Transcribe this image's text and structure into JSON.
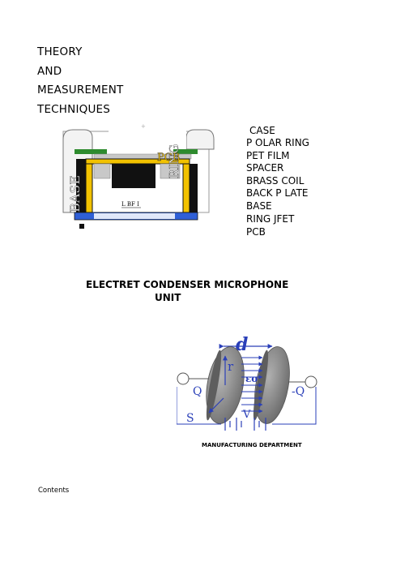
{
  "heading": {
    "lines": [
      "THEORY",
      "AND",
      "MEASUREMENT",
      "TECHNIQUES"
    ]
  },
  "cross_section": {
    "labels": [
      "BASE",
      "PCB",
      "RING"
    ],
    "jfet_label": "L BF I",
    "part_list": [
      "CASE",
      "P OLAR RING",
      "PET FILM",
      "SPACER",
      "BRASS COIL",
      "BACK P LATE",
      "BASE",
      "RING JFET",
      "PCB"
    ],
    "colors": {
      "yellow": "#f2c200",
      "green": "#2e8b2e",
      "blue": "#2f5fd6",
      "black": "#111111",
      "grey": "#c8c8c8"
    }
  },
  "title": {
    "line1": "ELECTRET CONDENSER MICROPHONE",
    "line2": "UNIT"
  },
  "capacitor": {
    "d": "d",
    "r": "r",
    "eps": "εo",
    "q_left": "Q",
    "q_right": "-Q",
    "s": "S",
    "v": "V",
    "colors": {
      "blue": "#2a3fb8",
      "plate": "#8c8c8c"
    }
  },
  "department": "MANUFACTURING DEPARTMENT",
  "contents": "Contents"
}
